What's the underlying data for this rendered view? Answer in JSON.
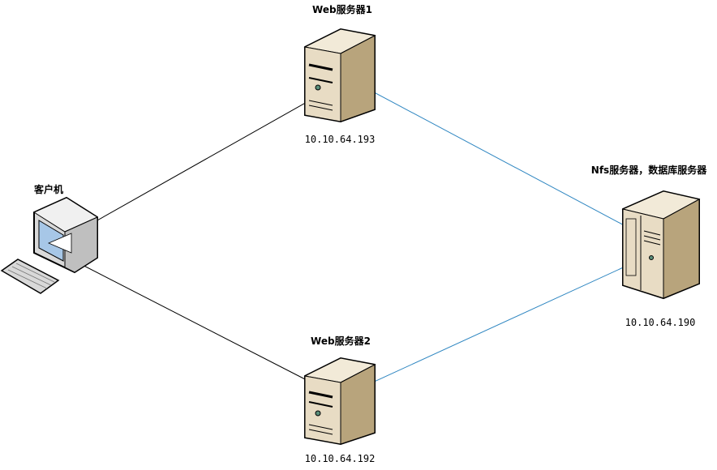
{
  "nodes": {
    "client": {
      "label": "客户机"
    },
    "web1": {
      "label": "Web服务器1",
      "ip": "10.10.64.193"
    },
    "web2": {
      "label": "Web服务器2",
      "ip": "10.10.64.192"
    },
    "nfs": {
      "label": "Nfs服务器，数据库服务器",
      "ip": "10.10.64.190"
    }
  },
  "colors": {
    "client_link": "#000000",
    "nfs_link": "#2e86c1",
    "server_body": "#e8dcc4",
    "server_dark": "#c9b894",
    "outline": "#000000"
  }
}
